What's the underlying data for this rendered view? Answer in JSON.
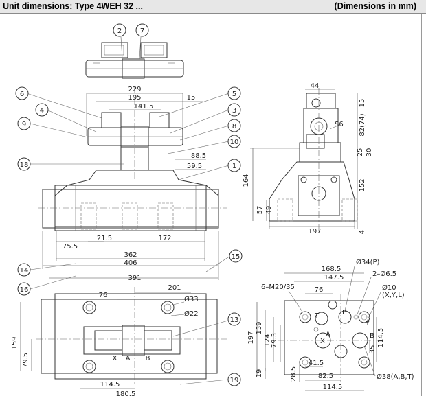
{
  "header": {
    "title": "Unit dimensions: Type 4WEH 32 ...",
    "units": "(Dimensions in mm)"
  },
  "balloons": [
    "1",
    "2",
    "3",
    "4",
    "5",
    "6",
    "7",
    "8",
    "9",
    "10",
    "13",
    "14",
    "15",
    "16",
    "18",
    "19"
  ],
  "front_dims": {
    "d229": "229",
    "d195": "195",
    "d141_5": "141.5",
    "d15": "15",
    "d88_5": "88.5",
    "d59_5": "59.5",
    "d75_5": "75.5",
    "d21_5": "21.5",
    "d172": "172",
    "d362": "362",
    "d406": "406",
    "d391": "391"
  },
  "side_dims": {
    "d44": "44",
    "d15": "15",
    "d82_74": "82(74)",
    "d25": "25",
    "d30": "30",
    "dS6": "S6",
    "d164": "164",
    "d152": "152",
    "d57": "57",
    "d49": "49",
    "d197": "197",
    "d4": "4"
  },
  "top_dims": {
    "d76": "76",
    "d201": "201",
    "d33": "Ø33",
    "d22": "Ø22",
    "d159": "159",
    "d79_5": "79.5",
    "d114_5": "114.5",
    "d180_5": "180.5",
    "port_x": "X",
    "port_a": "A",
    "port_b": "B"
  },
  "surface_dims": {
    "d168_5": "168.5",
    "d147_5": "147.5",
    "d34p": "Ø34(P)",
    "d2_65": "2–Ø6.5",
    "d6m20": "6–M20/35",
    "d76": "76",
    "d10": "Ø10",
    "d10sub": "(X,Y,L)",
    "d197": "197",
    "d159": "159",
    "d124": "124",
    "d79_3": "79.3",
    "d114_5": "114.5",
    "d35": "35",
    "d19": "19",
    "d28_5": "28.5",
    "d41_5": "41.5",
    "d82_5": "82.5",
    "d114_5b": "114.5",
    "d38": "Ø38(A,B,T)",
    "port_p": "P",
    "port_t": "T",
    "port_a": "A",
    "port_b": "B",
    "port_y": "Y",
    "port_x": "X"
  }
}
